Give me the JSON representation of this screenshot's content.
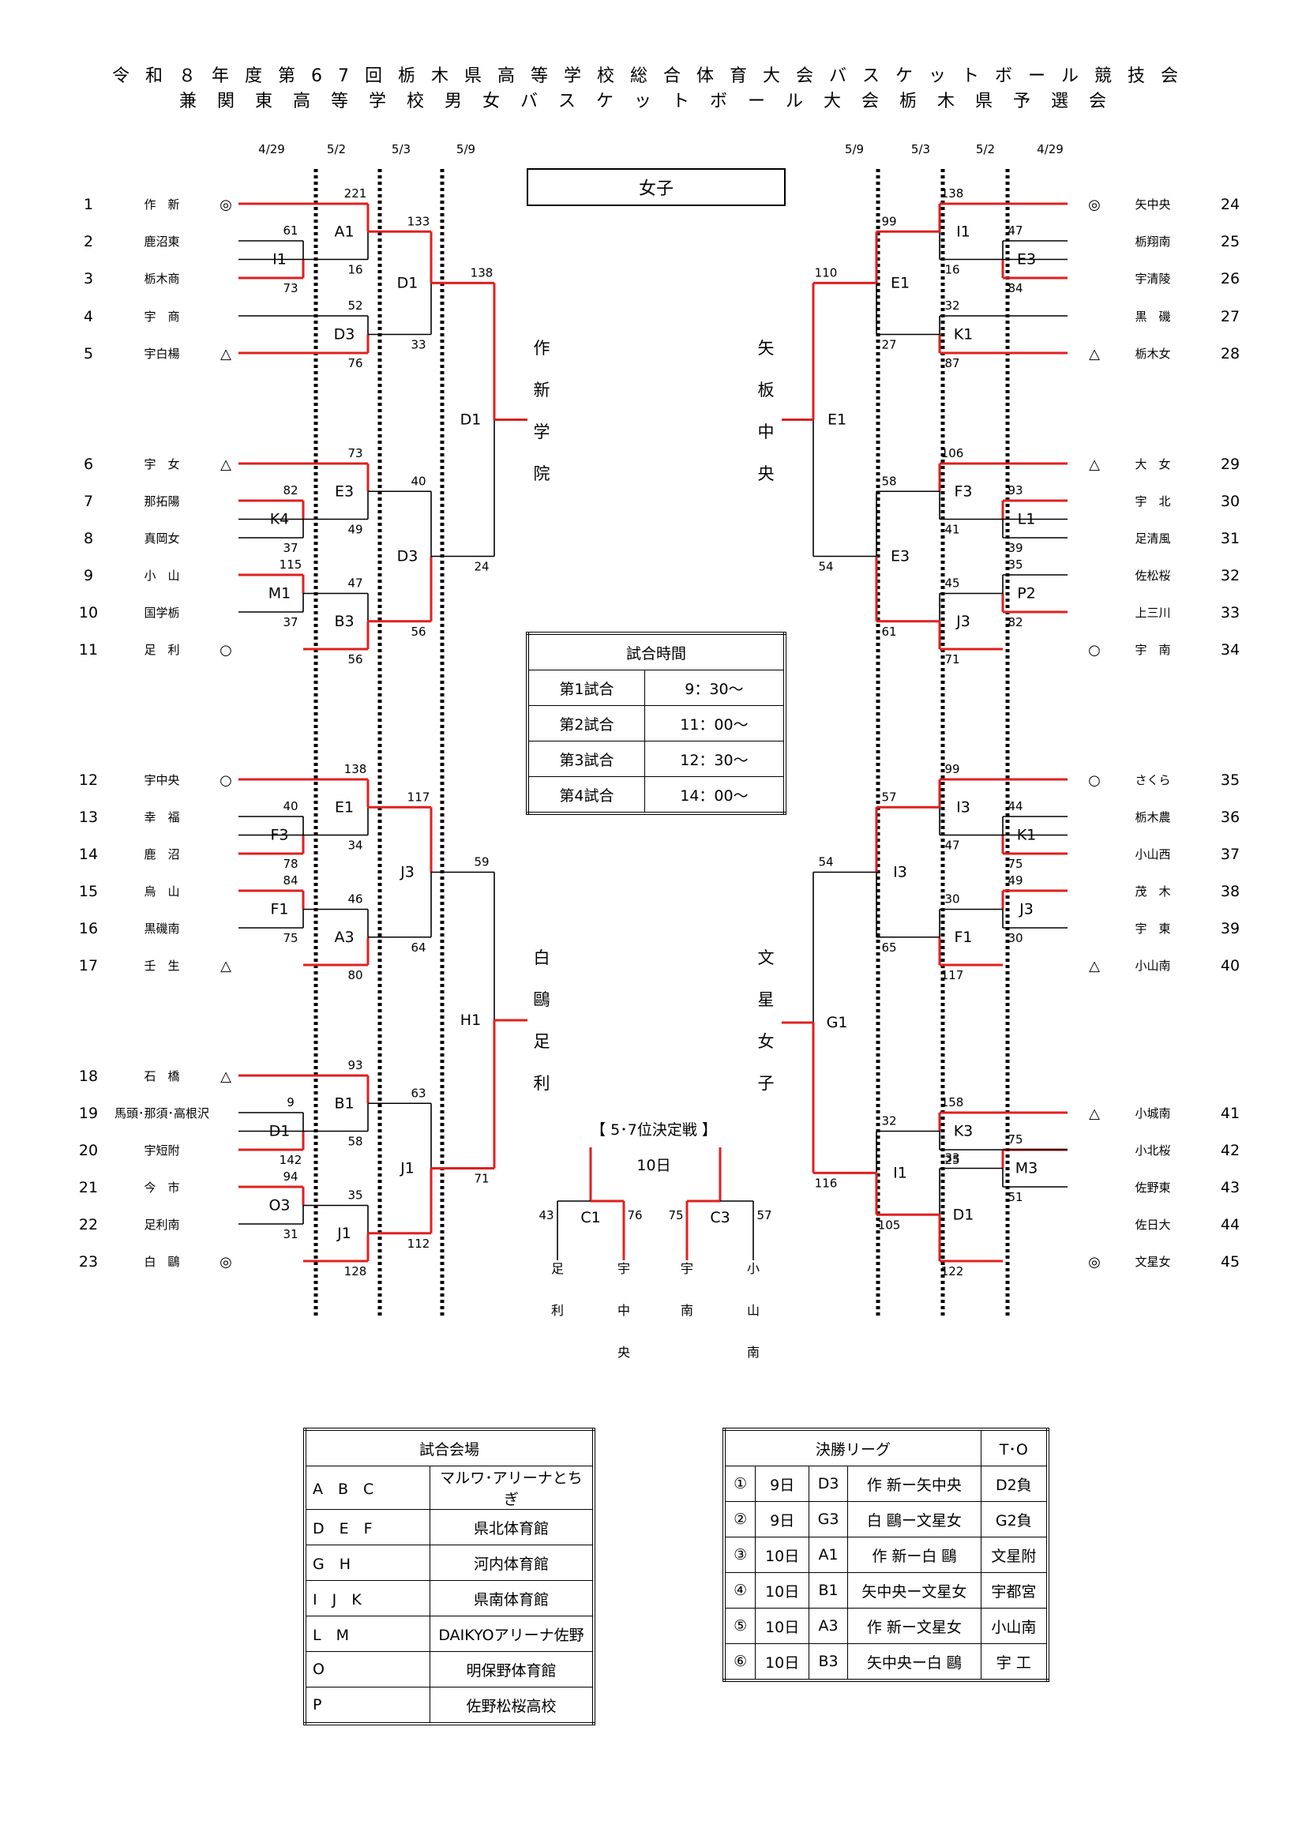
{
  "title": {
    "line1": "令和８年度第67回栃木県高等学校総合体育大会バスケットボール競技会",
    "line2": "兼関東高等学校男女バスケットボール大会栃木県予選会"
  },
  "division": "女子",
  "dates": {
    "left": [
      "4/29",
      "5/2",
      "5/3",
      "5/9"
    ],
    "right": [
      "5/9",
      "5/3",
      "5/2",
      "4/29"
    ]
  },
  "left_teams": [
    {
      "no": "1",
      "name": "作　新",
      "mark": "◎"
    },
    {
      "no": "2",
      "name": "鹿沼東",
      "mark": ""
    },
    {
      "no": "3",
      "name": "栃木商",
      "mark": ""
    },
    {
      "no": "4",
      "name": "宇　商",
      "mark": ""
    },
    {
      "no": "5",
      "name": "宇白楊",
      "mark": "△"
    },
    {
      "no": "6",
      "name": "宇　女",
      "mark": "△"
    },
    {
      "no": "7",
      "name": "那拓陽",
      "mark": ""
    },
    {
      "no": "8",
      "name": "真岡女",
      "mark": ""
    },
    {
      "no": "9",
      "name": "小　山",
      "mark": ""
    },
    {
      "no": "10",
      "name": "国学栃",
      "mark": ""
    },
    {
      "no": "11",
      "name": "足　利",
      "mark": "○"
    },
    {
      "no": "12",
      "name": "宇中央",
      "mark": "○"
    },
    {
      "no": "13",
      "name": "幸　福",
      "mark": ""
    },
    {
      "no": "14",
      "name": "鹿　沼",
      "mark": ""
    },
    {
      "no": "15",
      "name": "烏　山",
      "mark": ""
    },
    {
      "no": "16",
      "name": "黒磯南",
      "mark": ""
    },
    {
      "no": "17",
      "name": "壬　生",
      "mark": "△"
    },
    {
      "no": "18",
      "name": "石　橋",
      "mark": "△"
    },
    {
      "no": "19",
      "name": "馬頭･那須･高根沢",
      "mark": ""
    },
    {
      "no": "20",
      "name": "宇短附",
      "mark": ""
    },
    {
      "no": "21",
      "name": "今　市",
      "mark": ""
    },
    {
      "no": "22",
      "name": "足利南",
      "mark": ""
    },
    {
      "no": "23",
      "name": "白　鷗",
      "mark": "◎"
    }
  ],
  "right_teams": [
    {
      "no": "24",
      "name": "矢中央",
      "mark": "◎"
    },
    {
      "no": "25",
      "name": "栃翔南",
      "mark": ""
    },
    {
      "no": "26",
      "name": "宇清陵",
      "mark": ""
    },
    {
      "no": "27",
      "name": "黒　磯",
      "mark": ""
    },
    {
      "no": "28",
      "name": "栃木女",
      "mark": "△"
    },
    {
      "no": "29",
      "name": "大　女",
      "mark": "△"
    },
    {
      "no": "30",
      "name": "宇　北",
      "mark": ""
    },
    {
      "no": "31",
      "name": "足清風",
      "mark": ""
    },
    {
      "no": "32",
      "name": "佐松桜",
      "mark": ""
    },
    {
      "no": "33",
      "name": "上三川",
      "mark": ""
    },
    {
      "no": "34",
      "name": "宇　南",
      "mark": "○"
    },
    {
      "no": "35",
      "name": "さくら",
      "mark": "○"
    },
    {
      "no": "36",
      "name": "栃木農",
      "mark": ""
    },
    {
      "no": "37",
      "name": "小山西",
      "mark": ""
    },
    {
      "no": "38",
      "name": "茂　木",
      "mark": ""
    },
    {
      "no": "39",
      "name": "宇　東",
      "mark": ""
    },
    {
      "no": "40",
      "name": "小山南",
      "mark": "△"
    },
    {
      "no": "41",
      "name": "小城南",
      "mark": "△"
    },
    {
      "no": "42",
      "name": "小北桜",
      "mark": ""
    },
    {
      "no": "43",
      "name": "佐野東",
      "mark": ""
    },
    {
      "no": "44",
      "name": "佐日大",
      "mark": ""
    },
    {
      "no": "45",
      "name": "文星女",
      "mark": "◎"
    }
  ],
  "winners": {
    "top_left": "作新学院",
    "top_right": "矢板中央",
    "bottom_left": "白鷗足利",
    "bottom_right": "文星女子"
  },
  "playoff": {
    "title": "【 5･7位決定戦 】",
    "date": "10日",
    "games": [
      {
        "court": "C1",
        "left_team": "足利",
        "left_score": "43",
        "right_team": "宇中央",
        "right_score": "76"
      },
      {
        "court": "C3",
        "left_team": "宇南",
        "left_score": "75",
        "right_team": "小山南",
        "right_score": "57"
      }
    ]
  },
  "schedule": {
    "header": "試合時間",
    "rows": [
      {
        "label": "第1試合",
        "time": "9：30～"
      },
      {
        "label": "第2試合",
        "time": "11：00～"
      },
      {
        "label": "第3試合",
        "time": "12：30～"
      },
      {
        "label": "第4試合",
        "time": "14：00～"
      }
    ]
  },
  "venues": {
    "header": "試合会場",
    "rows": [
      {
        "courts": "A　B　C",
        "name": "マルワ･アリーナとちぎ"
      },
      {
        "courts": "D　E　F",
        "name": "県北体育館"
      },
      {
        "courts": "G　H",
        "name": "河内体育館"
      },
      {
        "courts": "I　J　K",
        "name": "県南体育館"
      },
      {
        "courts": "L　M",
        "name": "DAIKYOアリーナ佐野"
      },
      {
        "courts": "O",
        "name": "明保野体育館"
      },
      {
        "courts": "P",
        "name": "佐野松桜高校"
      }
    ]
  },
  "finals": {
    "header": "決勝リーグ",
    "to_header": "T･O",
    "rows": [
      {
        "no": "①",
        "day": "9日",
        "court": "D3",
        "match": "作 新ー矢中央",
        "to": "D2負"
      },
      {
        "no": "②",
        "day": "9日",
        "court": "G3",
        "match": "白 鷗ー文星女",
        "to": "G2負"
      },
      {
        "no": "③",
        "day": "10日",
        "court": "A1",
        "match": "作 新ー白 鷗",
        "to": "文星附"
      },
      {
        "no": "④",
        "day": "10日",
        "court": "B1",
        "match": "矢中央ー文星女",
        "to": "宇都宮"
      },
      {
        "no": "⑤",
        "day": "10日",
        "court": "A3",
        "match": "作 新ー文星女",
        "to": "小山南"
      },
      {
        "no": "⑥",
        "day": "10日",
        "court": "B3",
        "match": "矢中央ー白 鷗",
        "to": "宇 工"
      }
    ]
  },
  "left_scores": {
    "r1": [
      {
        "code": "I1",
        "a": "61",
        "b": "73"
      },
      {
        "code": "K4",
        "a": "82",
        "b": "37"
      },
      {
        "code": "M1",
        "a": "115",
        "b": "37"
      },
      {
        "code": "F3",
        "a": "40",
        "b": "78"
      },
      {
        "code": "F1",
        "a": "84",
        "b": "75"
      },
      {
        "code": "D1",
        "a": "9",
        "b": "142"
      },
      {
        "code": "O3",
        "a": "94",
        "b": "31"
      }
    ],
    "r2": [
      {
        "code": "A1",
        "a": "221",
        "b": "16"
      },
      {
        "code": "D3",
        "a": "52",
        "b": "76"
      },
      {
        "code": "E3",
        "a": "73",
        "b": "49"
      },
      {
        "code": "B3",
        "a": "47",
        "b": "56"
      },
      {
        "code": "E1",
        "a": "138",
        "b": "34"
      },
      {
        "code": "A3",
        "a": "46",
        "b": "80"
      },
      {
        "code": "B1",
        "a": "93",
        "b": "58"
      },
      {
        "code": "J1",
        "a": "35",
        "b": "128"
      }
    ],
    "r3": [
      {
        "code": "D1",
        "a": "133",
        "b": "33"
      },
      {
        "code": "D3",
        "a": "40",
        "b": "56"
      },
      {
        "code": "J3",
        "a": "117",
        "b": "64"
      },
      {
        "code": "J1",
        "a": "63",
        "b": "112"
      }
    ],
    "r4": [
      {
        "code": "D1",
        "a": "138",
        "b": "24"
      },
      {
        "code": "H1",
        "a": "59",
        "b": "71"
      }
    ]
  },
  "right_scores": {
    "r1": [
      {
        "code": "E3",
        "a": "47",
        "b": "84"
      },
      {
        "code": "L1",
        "a": "93",
        "b": "39"
      },
      {
        "code": "P2",
        "a": "35",
        "b": "82"
      },
      {
        "code": "K1",
        "a": "44",
        "b": "75"
      },
      {
        "code": "J3",
        "a": "49",
        "b": "30"
      },
      {
        "code": "M3",
        "a": "75",
        "b": "51"
      }
    ],
    "r2": [
      {
        "code": "I1",
        "a": "138",
        "b": "16"
      },
      {
        "code": "K1",
        "a": "32",
        "b": "87"
      },
      {
        "code": "F3",
        "a": "106",
        "b": "41"
      },
      {
        "code": "J3",
        "a": "45",
        "b": "71"
      },
      {
        "code": "I3",
        "a": "99",
        "b": "47"
      },
      {
        "code": "F1",
        "a": "30",
        "b": "117"
      },
      {
        "code": "K3",
        "a": "158",
        "b": "25"
      },
      {
        "code": "D1",
        "a": "33",
        "b": "122"
      }
    ],
    "r3": [
      {
        "code": "E1",
        "a": "99",
        "b": "27"
      },
      {
        "code": "E3",
        "a": "58",
        "b": "61"
      },
      {
        "code": "I3",
        "a": "57",
        "b": "65"
      },
      {
        "code": "I1",
        "a": "32",
        "b": "105"
      }
    ],
    "r4": [
      {
        "code": "E1",
        "a": "110",
        "b": "54"
      },
      {
        "code": "G1",
        "a": "54",
        "b": "116"
      }
    ]
  },
  "colors": {
    "win": "#e02020",
    "line": "#000000"
  }
}
